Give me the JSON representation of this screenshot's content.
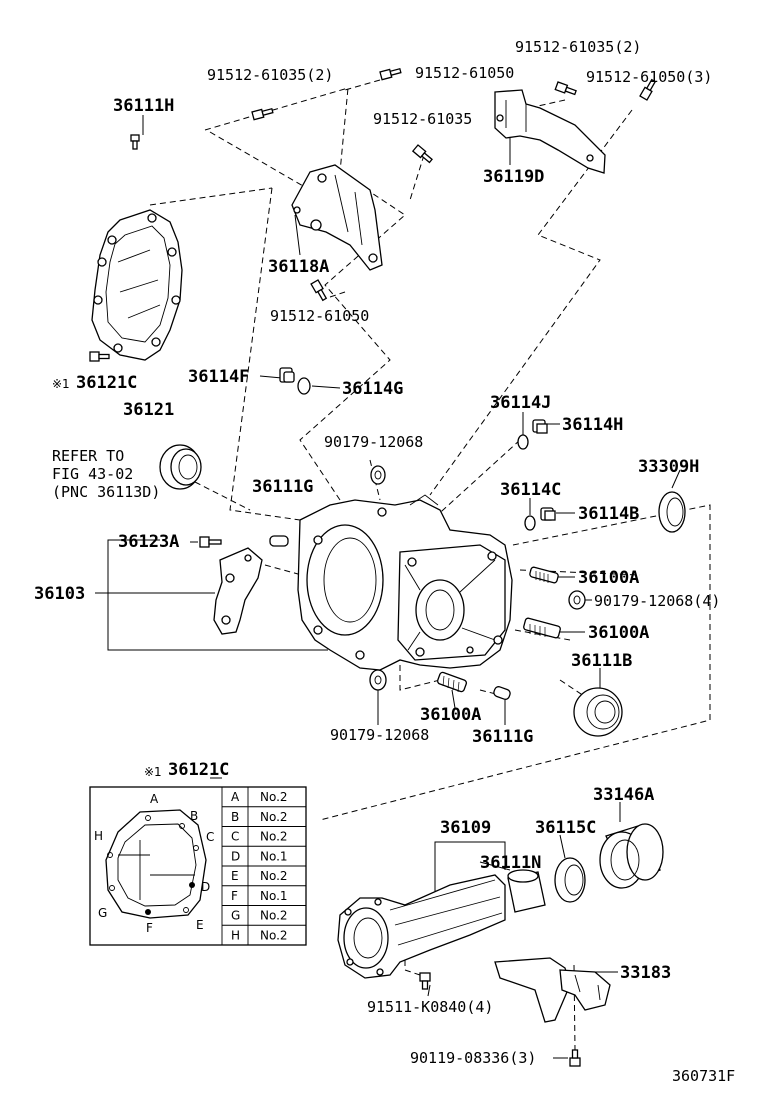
{
  "labels": {
    "p_915126103_2_top": "91512-61035(2)",
    "p_915126103_2_left": "91512-61035(2)",
    "p_9151261050_top": "91512-61050",
    "p_9151261050_3": "91512-61050(3)",
    "p_36111H": "36111H",
    "p_9151261035": "91512-61035",
    "p_36119D": "36119D",
    "p_36118A": "36118A",
    "p_9151261050_mid": "91512-61050",
    "p_36121C_mark": "※1",
    "p_36121C": "36121C",
    "p_36121": "36121",
    "p_36114F": "36114F",
    "p_36114G": "36114G",
    "p_36114J": "36114J",
    "p_36114H": "36114H",
    "p_refer1": "REFER TO",
    "p_refer2": "FIG 43-02",
    "p_refer3": "(PNC 36113D)",
    "p_9017912068_top": "90179-12068",
    "p_33309H": "33309H",
    "p_36111G_top": "36111G",
    "p_36114C": "36114C",
    "p_36114B": "36114B",
    "p_36123A": "36123A",
    "p_36103": "36103",
    "p_36100A_1": "36100A",
    "p_9017912068_4": "90179-12068(4)",
    "p_36100A_2": "36100A",
    "p_36111B": "36111B",
    "p_36100A_3": "36100A",
    "p_9017912068_bot": "90179-12068",
    "p_36111G_bot": "36111G",
    "p_36121C_box_mark": "※1",
    "p_36121C_box": "36121C",
    "p_33146A": "33146A",
    "p_36109": "36109",
    "p_36115C": "36115C",
    "p_36111N": "36111N",
    "p_33183": "33183",
    "p_91511K0840": "91511-K0840(4)",
    "p_9011908336": "90119-08336(3)",
    "p_figure_id": "360731F"
  },
  "callout_letters": [
    "A",
    "B",
    "C",
    "D",
    "E",
    "F",
    "G",
    "H"
  ],
  "bolt_table": [
    {
      "pos": "A",
      "size": "No.2"
    },
    {
      "pos": "B",
      "size": "No.2"
    },
    {
      "pos": "C",
      "size": "No.2"
    },
    {
      "pos": "D",
      "size": "No.1"
    },
    {
      "pos": "E",
      "size": "No.2"
    },
    {
      "pos": "F",
      "size": "No.1"
    },
    {
      "pos": "G",
      "size": "No.2"
    },
    {
      "pos": "H",
      "size": "No.2"
    }
  ]
}
